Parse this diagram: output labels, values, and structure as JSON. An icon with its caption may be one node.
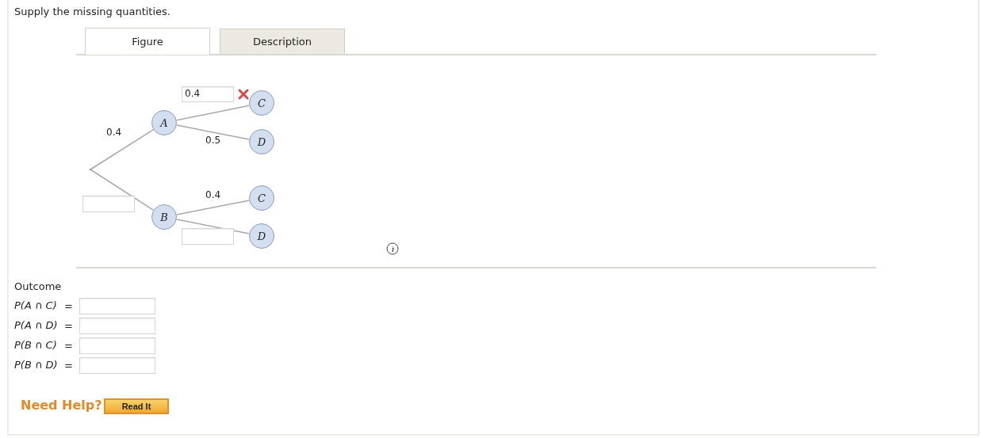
{
  "diagram": {
    "title": "Supply the missing quantities.",
    "nodes": [
      {
        "text": [],
        "shape": "point"
      },
      {
        "text": [
          "A"
        ]
      },
      {
        "text": [
          "B"
        ]
      },
      {
        "text": [
          "C"
        ]
      },
      {
        "text": [
          "D"
        ]
      },
      {
        "text": [
          "C"
        ]
      },
      {
        "text": [
          "D"
        ]
      }
    ],
    "edges": [
      {
        "from": 0,
        "to": 1,
        "arrow": "none",
        "label": "0.4"
      },
      {
        "from": 0,
        "to": 2,
        "arrow": "none"
      },
      {
        "from": 1,
        "to": 3,
        "arrow": "none",
        "label": "0.4"
      },
      {
        "from": 1,
        "to": 4,
        "arrow": "none",
        "label": "0.5"
      },
      {
        "from": 2,
        "to": 5,
        "arrow": "none",
        "label": "0.4"
      },
      {
        "from": 2,
        "to": 6,
        "arrow": "none"
      }
    ],
    "labels": [
      "Figure",
      "Description",
      "Outcome",
      "P(A ∩ C)",
      "=",
      "P(A ∩ D)",
      "=",
      "P(B ∩ C)",
      "=",
      "P(B ∩ D)",
      "=",
      "Need Help?",
      "Read It"
    ]
  }
}
